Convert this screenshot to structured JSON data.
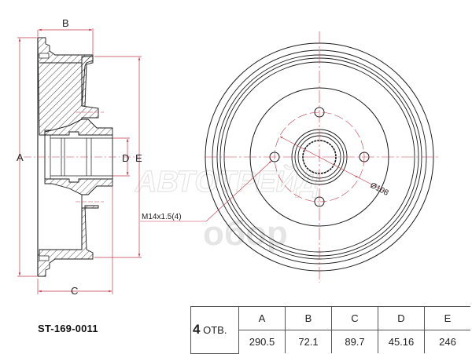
{
  "part_number": "ST-169-0011",
  "spec_table": {
    "holes_count": "4",
    "holes_label": "ОТВ.",
    "columns": [
      "A",
      "B",
      "C",
      "D",
      "E"
    ],
    "values": [
      "290.5",
      "72.1",
      "89.7",
      "45.16",
      "246"
    ]
  },
  "drawing_labels": {
    "dim_a": "A",
    "dim_b": "B",
    "dim_c": "C",
    "dim_d": "D",
    "dim_e": "E",
    "pcd": "Ø108",
    "stud_callout": "M14x1.5(4)"
  },
  "watermarks": {
    "brand_1": "АВТОТРЕЙД",
    "brand_2": "обор"
  },
  "colors": {
    "line": "#1a1a1a",
    "dimension": "#c0394b",
    "watermark": "#d6d6d6"
  }
}
